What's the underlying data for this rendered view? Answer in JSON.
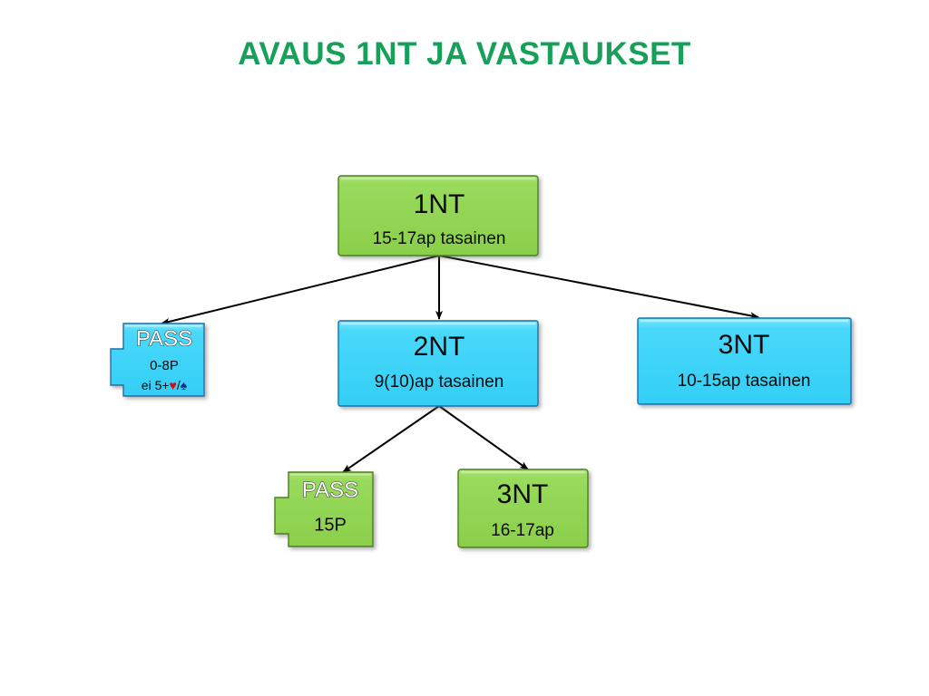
{
  "slide": {
    "title": "AVAUS 1NT JA VASTAUKSET",
    "title_color": "#16A05A",
    "background": "#FFFFFF"
  },
  "palette": {
    "green_fill": "#95D858",
    "green_fill_dark": "#7FC63F",
    "green_border": "#4F7F20",
    "blue_fill": "#45D7FA",
    "blue_fill_dark": "#22C4EE",
    "blue_border": "#1B6FA8",
    "arrow": "#000000",
    "heart": "#D01010",
    "spade": "#1B2E86"
  },
  "diagram": {
    "type": "tree",
    "nodes": [
      {
        "id": "open-1nt",
        "shape": "rect",
        "color": "green",
        "title": "1NT",
        "subtitle": "15-17ap tasainen",
        "level": 0
      },
      {
        "id": "pass-blue",
        "shape": "notched",
        "color": "blue",
        "title": "PASS",
        "subtitle": "0-8P",
        "subtitle2_prefix": "ei 5+",
        "subtitle2_heart": "♥",
        "subtitle2_sep": "/",
        "subtitle2_spade": "♠",
        "level": 1
      },
      {
        "id": "resp-2nt",
        "shape": "rect",
        "color": "blue",
        "title": "2NT",
        "subtitle": "9(10)ap tasainen",
        "level": 1
      },
      {
        "id": "resp-3nt",
        "shape": "rect",
        "color": "blue",
        "title": "3NT",
        "subtitle": "10-15ap tasainen",
        "level": 1
      },
      {
        "id": "pass-green",
        "shape": "notched",
        "color": "green",
        "title": "PASS",
        "subtitle": "15P",
        "level": 2
      },
      {
        "id": "final-3nt",
        "shape": "rect",
        "color": "green",
        "title": "3NT",
        "subtitle": "16-17ap",
        "level": 2
      }
    ],
    "edges": [
      {
        "from": "open-1nt",
        "to": "pass-blue"
      },
      {
        "from": "open-1nt",
        "to": "resp-2nt"
      },
      {
        "from": "open-1nt",
        "to": "resp-3nt"
      },
      {
        "from": "resp-2nt",
        "to": "pass-green"
      },
      {
        "from": "resp-2nt",
        "to": "final-3nt"
      }
    ]
  }
}
